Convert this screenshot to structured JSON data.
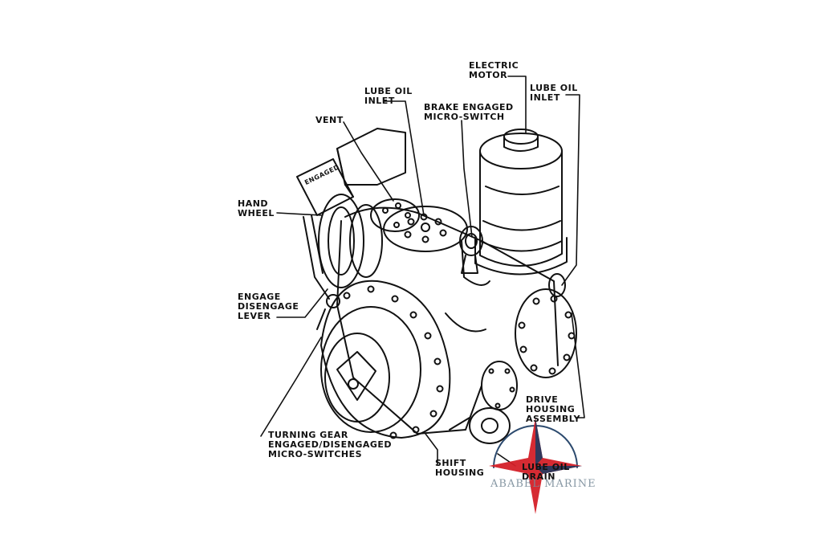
{
  "labels": {
    "electric_motor": "ELECTRIC\nMOTOR",
    "lube_oil_inlet_top": "LUBE OIL\nINLET",
    "lube_oil_inlet_right": "LUBE OIL\nINLET",
    "brake_micro_switch": "BRAKE ENGAGED\nMICRO-SWITCH",
    "vent": "VENT",
    "hand_wheel": "HAND\nWHEEL",
    "engage_lever": "ENGAGE\nDISENGAGE\nLEVER",
    "turning_gear_switches": "TURNING GEAR\nENGAGED/DISENGAGED\nMICRO-SWITCHES",
    "shift_housing": "SHIFT\nHOUSING",
    "drive_housing": "DRIVE\nHOUSING\nASSEMBLY",
    "lube_oil_drain": "LUBE OIL\nDRAIN",
    "engaged_plate": "ENGAGED"
  },
  "watermark": {
    "text": "ABABEL MARINE",
    "colors": {
      "star_red": "#d42028",
      "star_navy": "#1f3a5f",
      "ring": "#2c4a6e"
    }
  }
}
